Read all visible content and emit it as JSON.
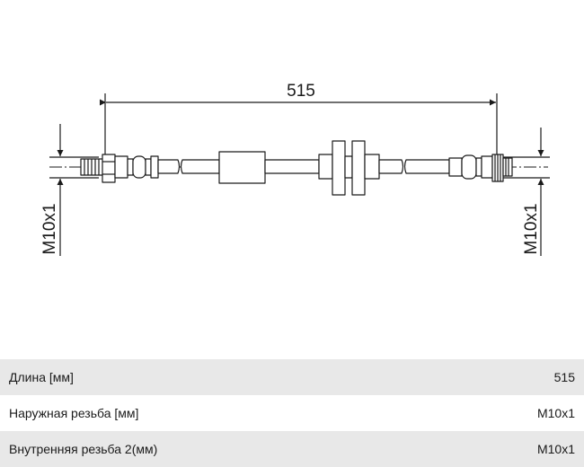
{
  "drawing": {
    "length_label": "515",
    "left_thread_label": "M10x1",
    "right_thread_label": "M10x1"
  },
  "specs": {
    "rows": [
      {
        "label": "Длина [мм]",
        "value": "515"
      },
      {
        "label": "Наружная резьба [мм]",
        "value": "M10x1"
      },
      {
        "label": "Внутренняя резьба 2(мм)",
        "value": "M10x1"
      }
    ]
  }
}
